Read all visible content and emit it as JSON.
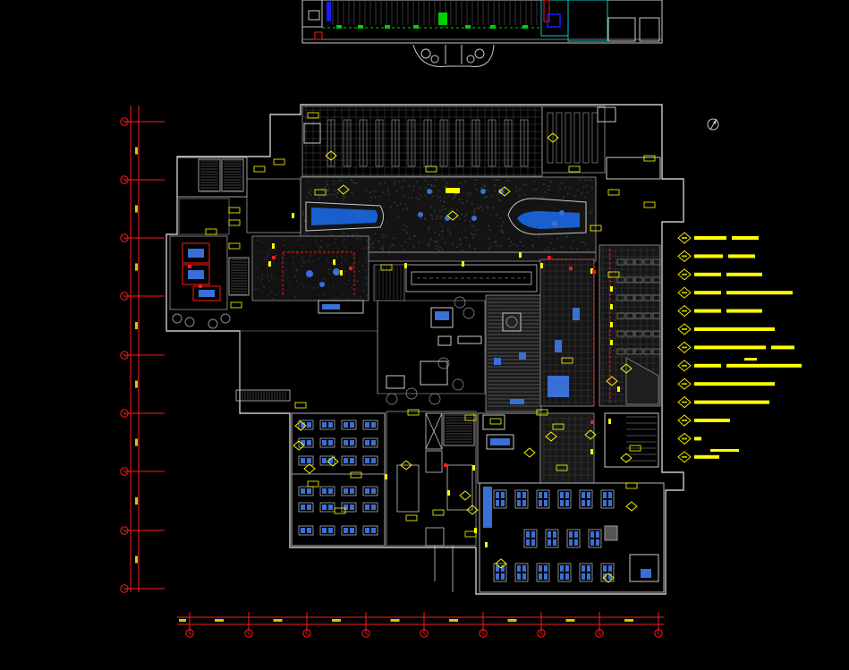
{
  "colors": {
    "background": "#000000",
    "wall": "#c8c8c8",
    "wall_dim": "#7a7a7a",
    "grid_red": "#ff1a1a",
    "tag_yellow": "#ffff00",
    "furniture_blue": "#3a6fd6",
    "pool_blue": "#1a5fd0",
    "green": "#00d000",
    "cyan": "#00c8c8",
    "magenta": "#ff00ff"
  },
  "north_arrow": {
    "icon": "north-arrow-icon"
  },
  "grid_left": {
    "marker": "grid-bubble-icon",
    "count": 9
  },
  "grid_bottom": {
    "marker": "grid-bubble-icon",
    "count": 9
  },
  "legend": {
    "rows": 13,
    "icon": "legend-diamond-icon"
  }
}
